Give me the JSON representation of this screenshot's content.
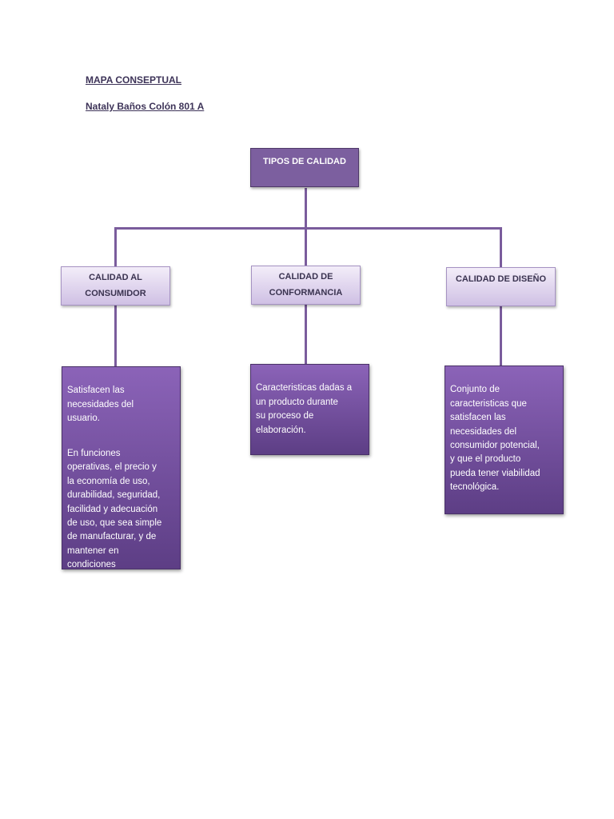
{
  "header": {
    "title": "MAPA CONSEPTUAL",
    "author": "Nataly Baños Colón 801 A"
  },
  "root": {
    "label": "TIPOS DE CALIDAD"
  },
  "branches": [
    {
      "label": "CALIDAD AL\nCONSUMIDOR",
      "description": [
        "Satisfacen las\nnecesidades del\nusuario.",
        "En funciones\noperativas, el precio y\nla economía de uso,\ndurabilidad, seguridad,\nfacilidad y adecuación\nde uso, que sea simple\nde manufacturar, y de\nmantener en\ncondiciones\noperativas."
      ]
    },
    {
      "label": "CALIDAD DE\nCONFORMANCIA",
      "description": [
        "Caracteristicas dadas a\nun producto durante\nsu proceso de\nelaboración."
      ]
    },
    {
      "label": "CALIDAD DE DISEÑO",
      "description": [
        "Conjunto de\ncaracteristicas que\nsatisfacen las\nnecesidades del\nconsumidor potencial,\ny que el producto\npueda tener viabilidad\ntecnológica."
      ]
    }
  ]
}
